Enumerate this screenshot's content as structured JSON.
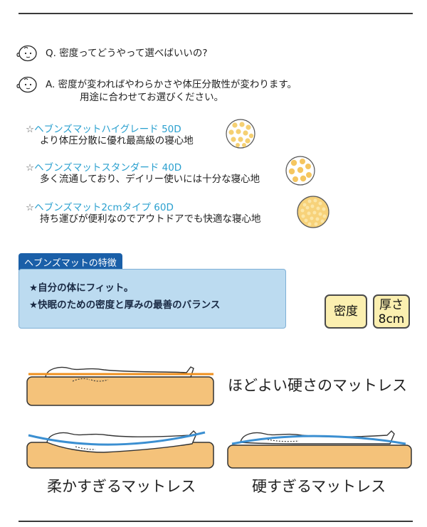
{
  "qa": {
    "question": "Q.  密度ってどうやって選べばいいの?",
    "answer_line1": "A.  密度が変わればやわらかさや体圧分散性が変わります。",
    "answer_line2": "用途に合わせてお選びください。"
  },
  "products": [
    {
      "star": "☆",
      "name": "ヘブンズマットハイグレード  50D",
      "desc": "より体圧分散に優れ最高級の寝心地"
    },
    {
      "star": "☆",
      "name": "ヘブンズマットスタンダード  40D",
      "desc": "多く流通しており、デイリー使いには十分な寝心地"
    },
    {
      "star": "☆",
      "name": "ヘブンズマット2cmタイプ  60D",
      "desc": "持ち運びが便利なのでアウトドアでも快適な寝心地"
    }
  ],
  "features": {
    "tab_label": "ヘブンズマットの特徴",
    "items": [
      "★自分の体にフィット。",
      "★快眠のための密度と厚みの最善のバランス"
    ]
  },
  "badges": {
    "density": "密度",
    "thickness_line1": "厚さ",
    "thickness_line2": "8cm"
  },
  "mattress": {
    "good": "ほどよい硬さのマットレス",
    "soft": "柔かすぎるマットレス",
    "hard": "硬すぎるマットレス"
  },
  "colors": {
    "foam": "#f4c27a",
    "line_good": "#f0901e",
    "line_blue": "#3b8fd1",
    "link_blue": "#2aa0cf",
    "feature_bg": "#bcdbf0",
    "tag_bg": "#1a5fa8",
    "badge_bg": "#fbefb0"
  },
  "icons": [
    "face-icon",
    "foam-cell-icon"
  ]
}
